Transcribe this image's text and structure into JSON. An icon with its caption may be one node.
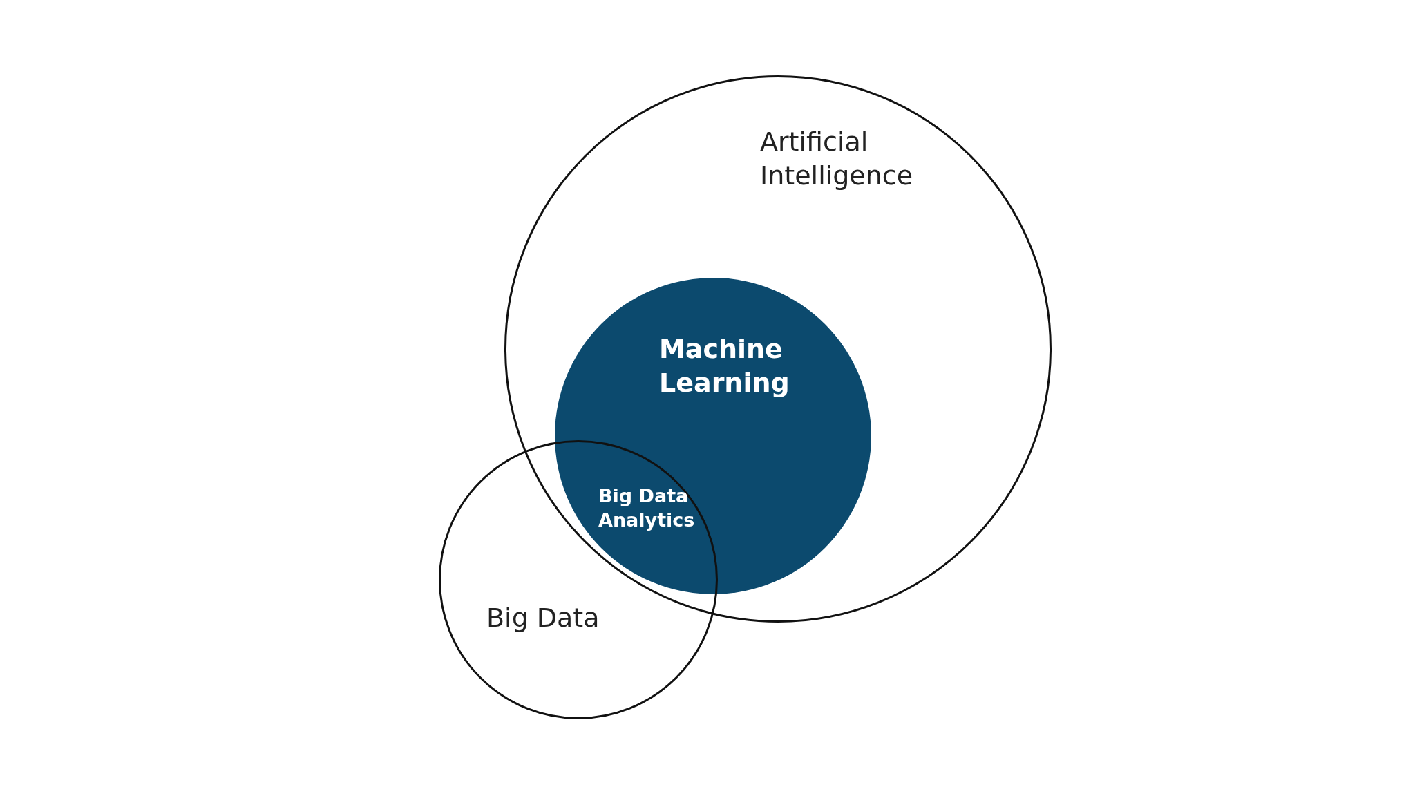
{
  "diagram": {
    "nodes": [
      {
        "text": [
          "Artificial Intelligence"
        ]
      },
      {
        "text": [
          "Machine Learning"
        ],
        "in": 0
      },
      {
        "text": [
          "Big Data"
        ]
      }
    ],
    "labels": [
      "Big Data Analytics"
    ]
  }
}
